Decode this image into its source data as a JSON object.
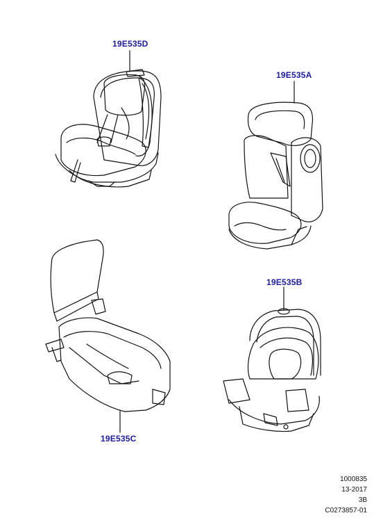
{
  "callouts": {
    "seat_d": "19E535D",
    "seat_a": "19E535A",
    "seat_c": "19E535C",
    "seat_b": "19E535B"
  },
  "footer": {
    "line1": "1000835",
    "line2": "13-2017",
    "line3": "3B",
    "line4": "C0273857-01"
  },
  "colors": {
    "callout": "#1a1aa8",
    "line": "#111111"
  }
}
